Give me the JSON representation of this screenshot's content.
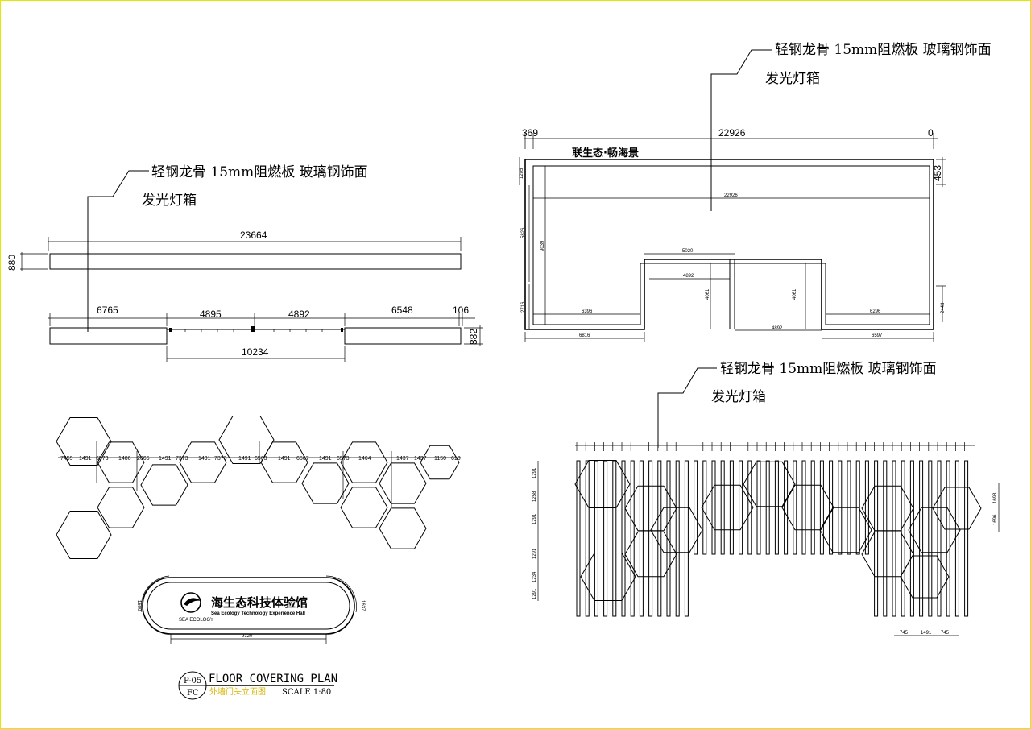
{
  "labels": {
    "material": "轻钢龙骨 15mm阻燃板 玻璃钢饰面",
    "lightbox": "发光灯箱"
  },
  "view_a": {
    "total_width": "23664",
    "height": "880",
    "seg": [
      "6765",
      "4895",
      "4892",
      "6548",
      "106"
    ],
    "bottom_height": "882",
    "door": "10234"
  },
  "view_b": {
    "left_off": "369",
    "total": "22926",
    "right_off": "0",
    "brand": "联生态·畅海景",
    "d1": "1205",
    "d2": "453",
    "inner_w": "22926",
    "h1": "5826",
    "h2": "9039",
    "h3": "2716",
    "h4": "2443",
    "notch_w": "5020",
    "notch_inner": "4892",
    "h5": "4061",
    "h6": "4061",
    "w_left_in": "6396",
    "w_right_in": "6296",
    "w_left": "6816",
    "w_mid": "4892",
    "w_right": "6597"
  },
  "view_c": {
    "dims": [
      "7459",
      "1491",
      "6573",
      "1486",
      "2665",
      "1491",
      "7373",
      "1491",
      "7373",
      "1491",
      "6563",
      "1491",
      "6567",
      "1491",
      "6573",
      "1464",
      "1437",
      "1437",
      "1150",
      "618"
    ]
  },
  "logo": {
    "cn": "海生态科技体验馆",
    "en": "Sea Ecology Technology Experience Hall",
    "mark_small": "SEA ECOLOGY",
    "left_dim": "1600",
    "right_dim": "1637",
    "width": "9120"
  },
  "view_d": {
    "vdims": [
      "1291",
      "1258",
      "1291",
      "1291",
      "1234",
      "1291"
    ],
    "right_dims": [
      "1698",
      "1696"
    ],
    "bottom_dims": [
      "745",
      "1491",
      "745"
    ]
  },
  "title_block": {
    "sheet": "P-05",
    "code": "FC",
    "title": "FLOOR COVERING PLAN",
    "subtitle_cn": "外墙门头立面图",
    "scale": "SCALE 1:80"
  }
}
